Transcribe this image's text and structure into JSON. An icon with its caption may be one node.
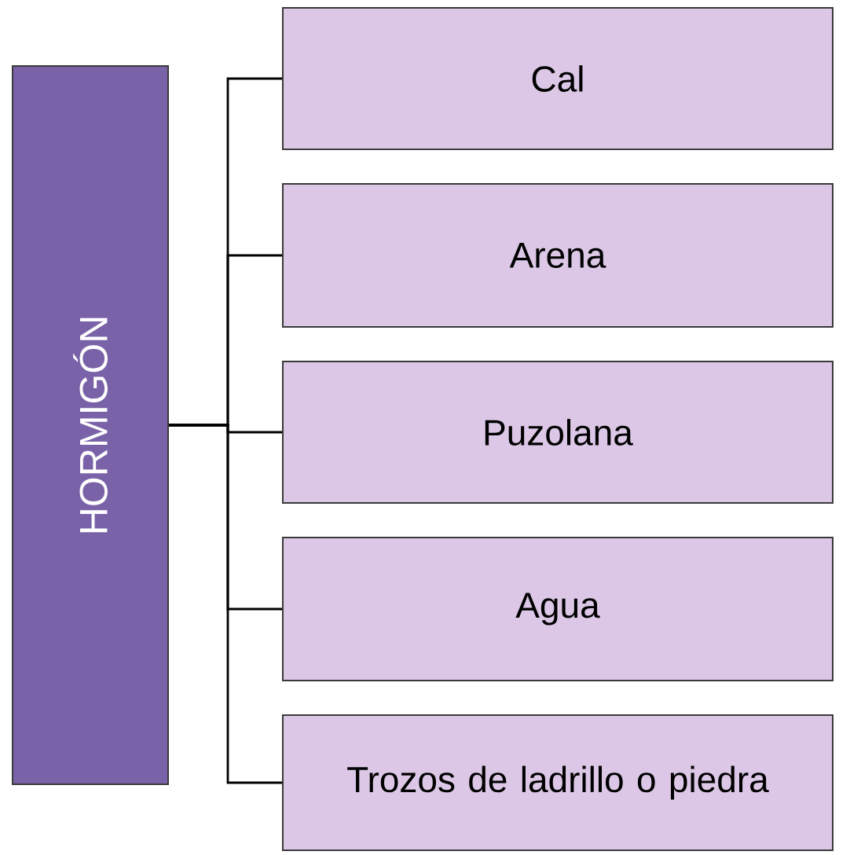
{
  "diagram": {
    "nodes": [
      {
        "text": [
          "HORMIGÓN"
        ]
      },
      {
        "text": [
          "Cal"
        ]
      },
      {
        "text": [
          "Arena"
        ]
      },
      {
        "text": [
          "Puzolana"
        ]
      },
      {
        "text": [
          "Agua"
        ]
      },
      {
        "text": [
          "Trozos de ladrillo o piedra"
        ]
      }
    ],
    "edges": [
      {
        "from": 0,
        "to": 1,
        "arrow": "none"
      },
      {
        "from": 0,
        "to": 2,
        "arrow": "none"
      },
      {
        "from": 0,
        "to": 3,
        "arrow": "none"
      },
      {
        "from": 0,
        "to": 4,
        "arrow": "none"
      },
      {
        "from": 0,
        "to": 5,
        "arrow": "none"
      }
    ]
  }
}
